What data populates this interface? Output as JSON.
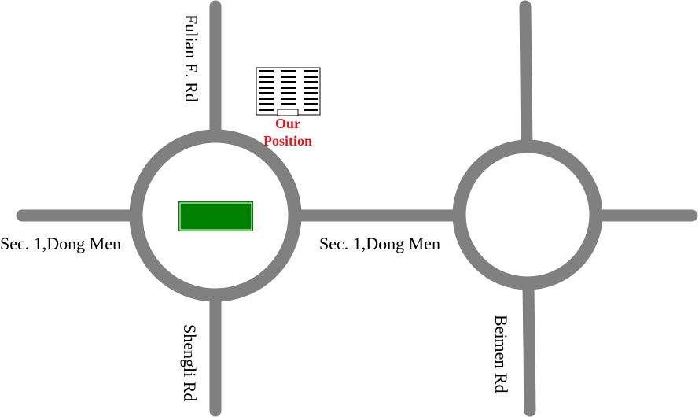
{
  "map": {
    "colors": {
      "background": "#ffffff",
      "road": "#808080",
      "landmark_fill": "#008000",
      "landmark_border": "#ffffff",
      "building_stripe": "#000000",
      "position_label": "#e8141b",
      "road_label": "#000000"
    },
    "roads": {
      "north_west": "Fulian E. Rd",
      "west": "Sec. 1,Dong Men",
      "middle": "Sec. 1,Dong Men",
      "south_west": "Shengli Rd",
      "south_east": "Beimen Rd"
    },
    "position_marker": {
      "icon": "building-icon",
      "line1": "Our",
      "line2": "Position"
    },
    "landmark": {
      "icon": "green-rectangle-landmark"
    }
  }
}
